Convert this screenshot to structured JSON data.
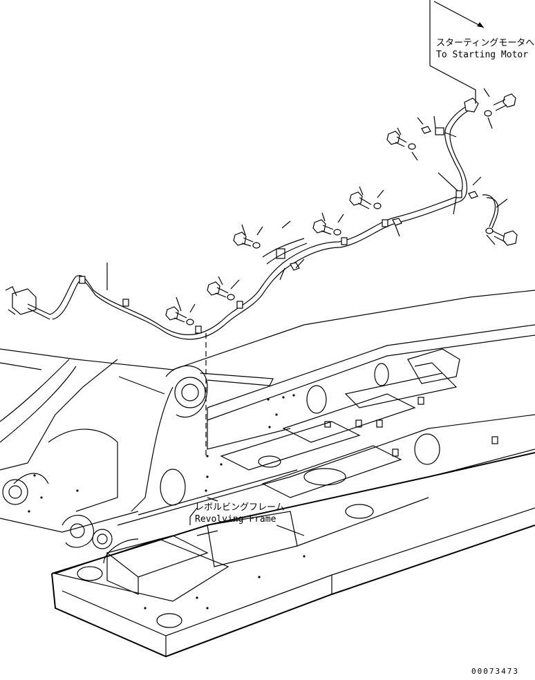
{
  "labels": {
    "starting_motor_ja": "スターティングモータへ",
    "starting_motor_en": "To Starting Motor",
    "revolving_frame_ja": "レボルビングフレーム",
    "revolving_frame_en": "Revolving Frame",
    "drawing_number": "00073473"
  },
  "colors": {
    "line": "#000000",
    "background": "#ffffff"
  }
}
